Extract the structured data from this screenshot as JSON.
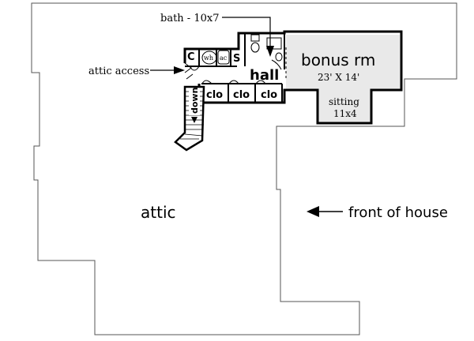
{
  "labels": {
    "bath": "bath - 10x7",
    "attic_access": "attic access",
    "c": "C",
    "wh": "wh",
    "ac": "ac",
    "s": "S",
    "hall": "hall",
    "bonus_name": "bonus rm",
    "bonus_size": "23' X 14'",
    "sitting_name": "sitting",
    "sitting_size": "11x4",
    "clo1": "clo",
    "clo2": "clo",
    "clo3": "clo",
    "down": "down",
    "attic": "attic",
    "front": "front of house"
  }
}
